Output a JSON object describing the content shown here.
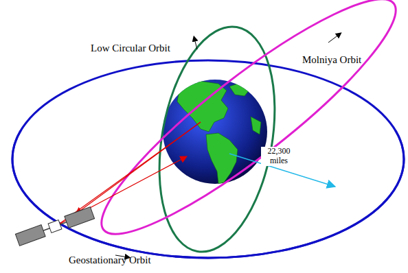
{
  "diagram": {
    "labels": [
      "Low Circular Orbit",
      "Molniya Orbit",
      "22,300 miles",
      "Geostationary Orbit"
    ]
  }
}
